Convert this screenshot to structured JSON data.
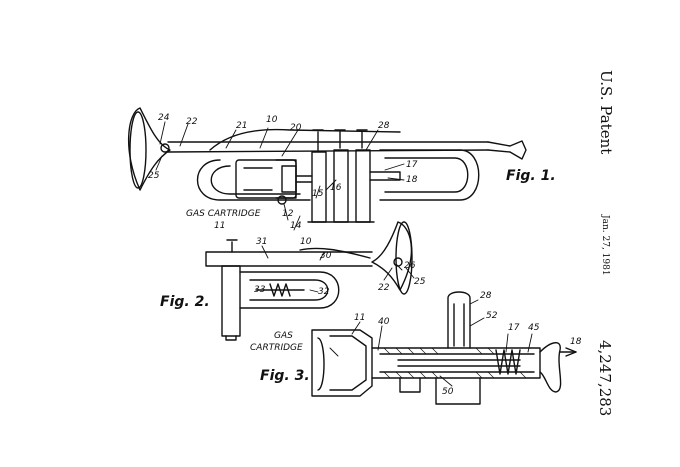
{
  "header": {
    "title": "U.S. Patent",
    "date": "Jan. 27, 1981",
    "patent_number": "4,247,283"
  },
  "fig1": {
    "caption": "Fig. 1.",
    "labels": [
      "24",
      "22",
      "21",
      "10",
      "20",
      "28",
      "17",
      "18",
      "16",
      "15",
      "25",
      "GAS CARTRIDGE",
      "12",
      "14",
      "11"
    ]
  },
  "fig2": {
    "caption": "Fig. 2.",
    "labels": [
      "31",
      "10",
      "30",
      "26",
      "33",
      "32",
      "22",
      "25"
    ]
  },
  "fig3": {
    "caption": "Fig. 3.",
    "labels": [
      "GAS",
      "CARTRIDGE",
      "11",
      "40",
      "28",
      "52",
      "17",
      "45",
      "18",
      "50"
    ]
  }
}
